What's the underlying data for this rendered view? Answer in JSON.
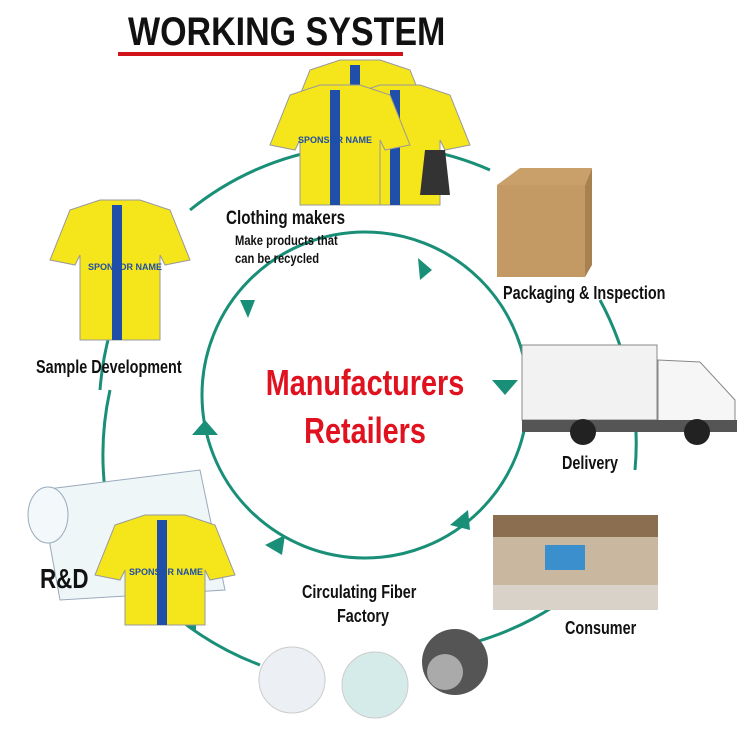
{
  "title": "WORKING SYSTEM",
  "center": {
    "line1": "Manufacturers",
    "line2": "Retailers"
  },
  "stages": {
    "clothing_makers": {
      "title": "Clothing makers",
      "desc1": "Make products that",
      "desc2": "can be recycled"
    },
    "packaging": "Packaging & Inspection",
    "delivery": "Delivery",
    "consumer": "Consumer",
    "fiber": {
      "line1": "Circulating Fiber",
      "line2": "Factory"
    },
    "rnd": "R&D",
    "sample": "Sample Development"
  },
  "jersey_text": "SPONSOR NAME",
  "colors": {
    "accent": "#1a8f78",
    "title_underline": "#d0121b",
    "center_text": "#e0121f",
    "jersey_yellow": "#f5e51b",
    "jersey_blue": "#1f4fa8"
  }
}
